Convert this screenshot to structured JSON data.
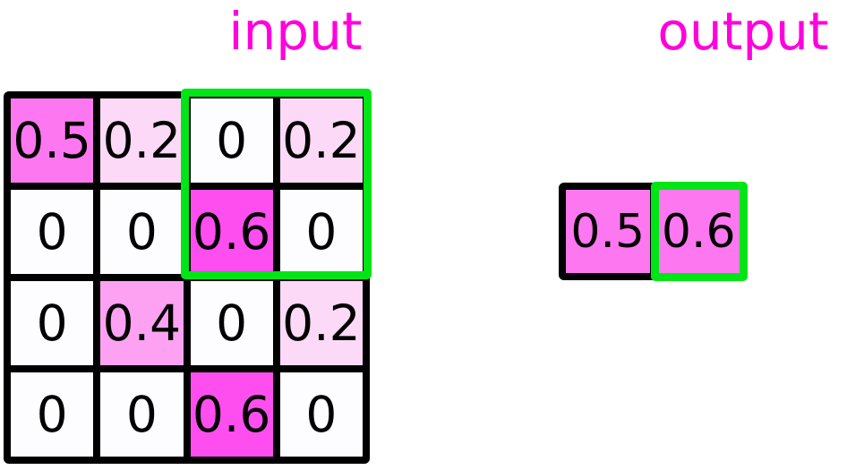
{
  "labels": {
    "input": "input",
    "output": "output"
  },
  "colors": {
    "title": "#ff00dd",
    "highlight": "#00e515",
    "grid_border": "#000000",
    "zero": "#fdfcff",
    "v02": "#fbd9f7",
    "v04": "#fda2f3",
    "v05": "#fd78f0",
    "v06": "#fe4ef0"
  },
  "chart_data": {
    "type": "heatmap",
    "title": "input",
    "grid_rows": 4,
    "grid_cols": 4,
    "values": [
      [
        0.5,
        0.2,
        0,
        0.2
      ],
      [
        0,
        0,
        0.6,
        0
      ],
      [
        0,
        0.4,
        0,
        0.2
      ],
      [
        0,
        0,
        0.6,
        0
      ]
    ],
    "highlight_region": {
      "row_start": 0,
      "row_end": 1,
      "col_start": 2,
      "col_end": 3
    },
    "output": {
      "title": "output",
      "grid_rows": 1,
      "grid_cols": 2,
      "values": [
        [
          0.5,
          0.6
        ]
      ],
      "highlight_cell": {
        "row": 0,
        "col": 1
      }
    }
  },
  "input_grid": {
    "cells": [
      {
        "text": "0.5",
        "color": "#fd78f0"
      },
      {
        "text": "0.2",
        "color": "#fbd9f7"
      },
      {
        "text": "0",
        "color": "#fdfcff"
      },
      {
        "text": "0.2",
        "color": "#fbd9f7"
      },
      {
        "text": "0",
        "color": "#fdfcff"
      },
      {
        "text": "0",
        "color": "#fdfcff"
      },
      {
        "text": "0.6",
        "color": "#fe4ef0"
      },
      {
        "text": "0",
        "color": "#fdfcff"
      },
      {
        "text": "0",
        "color": "#fdfcff"
      },
      {
        "text": "0.4",
        "color": "#fda2f3"
      },
      {
        "text": "0",
        "color": "#fdfcff"
      },
      {
        "text": "0.2",
        "color": "#fbd9f7"
      },
      {
        "text": "0",
        "color": "#fdfcff"
      },
      {
        "text": "0",
        "color": "#fdfcff"
      },
      {
        "text": "0.6",
        "color": "#fe4ef0"
      },
      {
        "text": "0",
        "color": "#fdfcff"
      }
    ]
  },
  "output_grid": {
    "cells": [
      {
        "text": "0.5",
        "color": "#fd78f0"
      },
      {
        "text": "0.6",
        "color": "#fd78f0"
      }
    ]
  }
}
